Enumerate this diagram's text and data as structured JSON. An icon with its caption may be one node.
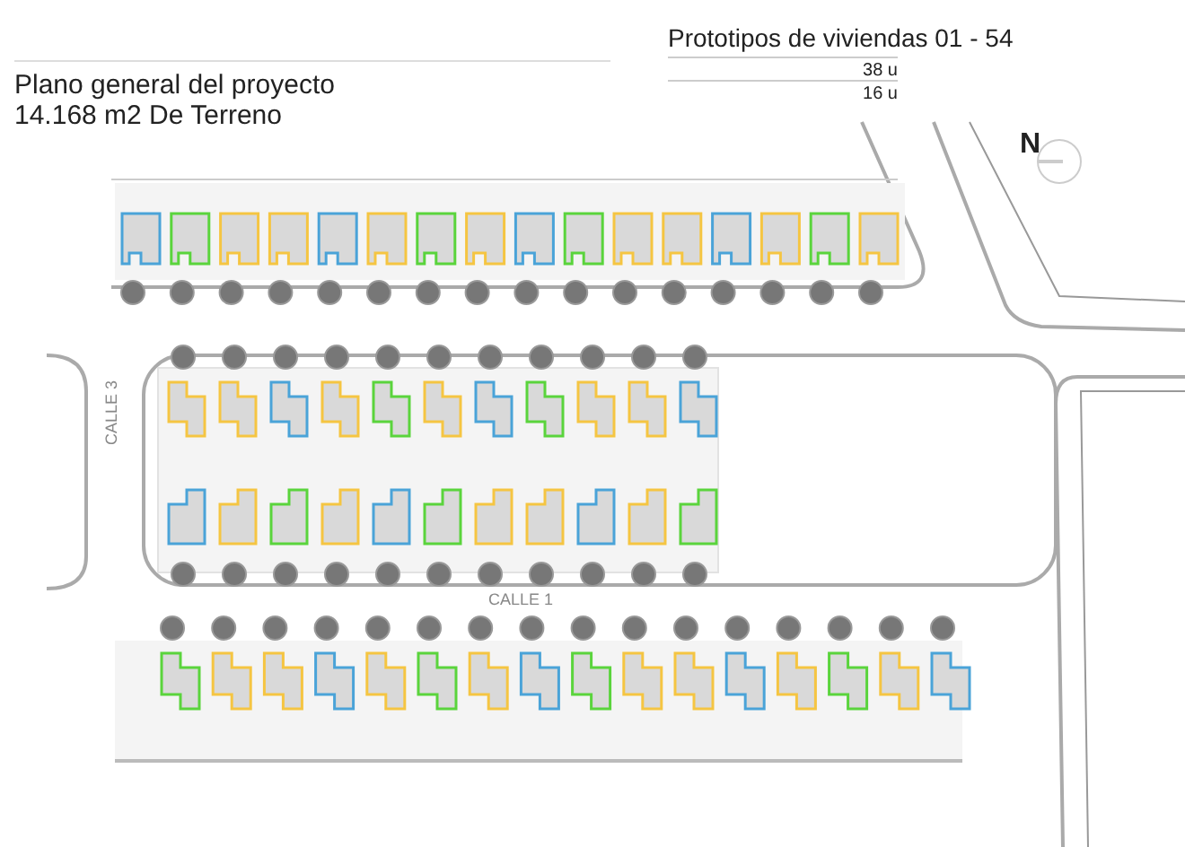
{
  "diagram": {
    "labels": [
      "Plano general del proyecto",
      "14.168 m2 De Terreno",
      "Prototipos de viviendas 01 - 54",
      "38 u",
      "16 u",
      "N",
      "CALLE 3",
      "CALLE 1"
    ]
  }
}
